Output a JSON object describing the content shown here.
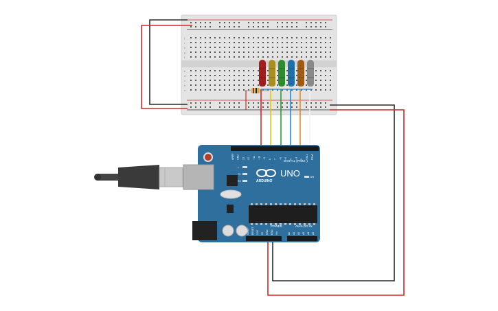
{
  "board": {
    "name": "UNO",
    "logo_text": "ARDUINO",
    "digital_label": "DIGITAL (PWM~)",
    "power_label": "POWER",
    "analog_label": "ANALOG IN",
    "digital_pins": [
      "AREF",
      "GND",
      "13",
      "12",
      "~11",
      "~10",
      "~9",
      "8",
      "7",
      "~6",
      "~5",
      "4",
      "~3",
      "2",
      "TX▸1",
      "RX◂0"
    ],
    "power_pins": [
      "IOREF",
      "RESET",
      "3.3V",
      "5V",
      "GND",
      "GND",
      "Vin"
    ],
    "analog_pins": [
      "A0",
      "A1",
      "A2",
      "A3",
      "A4",
      "A5"
    ],
    "led_labels": [
      "L",
      "TX",
      "RX"
    ],
    "on_label": "ON"
  },
  "breadboard": {
    "row_letters_top": [
      "j",
      "i",
      "h",
      "g",
      "f"
    ],
    "row_letters_bottom": [
      "e",
      "d",
      "c",
      "b",
      "a"
    ],
    "column_count": 30
  },
  "leds": [
    {
      "color": "#a01e1e"
    },
    {
      "color": "#a89020"
    },
    {
      "color": "#2e8b2e"
    },
    {
      "color": "#2070a8"
    },
    {
      "color": "#a05c14"
    },
    {
      "color": "#8a8a8a"
    }
  ],
  "wire_colors": {
    "red": "#d62626",
    "black": "#2a2a2a",
    "yellow": "#e6c800",
    "green": "#21a032",
    "blue": "#1f8ad6",
    "orange": "#e08a1c",
    "white": "#f2f2f2",
    "board_blue": "#2f6f9e"
  }
}
